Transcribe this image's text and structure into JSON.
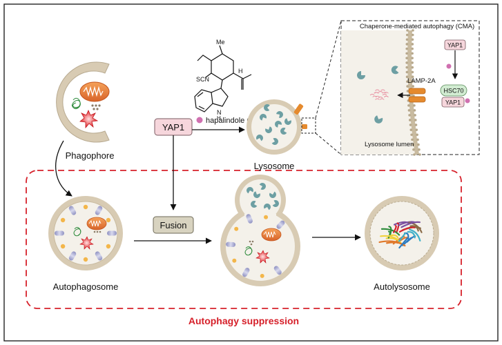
{
  "labels": {
    "phagophore": "Phagophore",
    "lysosome": "Lysosome",
    "autophagosome": "Autophagosome",
    "autolysosome": "Autolysosome",
    "yap1": "YAP1",
    "fusion": "Fusion",
    "hapalindole": "hapalindole Q",
    "suppression": "Autophagy suppression",
    "cma_title": "Chaperone-mediated autophagy (CMA)",
    "lamp2a": "LAMP-2A",
    "lysosome_lumen": "Lysosome lumen",
    "inset_yap1_top": "YAP1",
    "inset_hsc70": "HSC70",
    "inset_yap1_bottom": "YAP1"
  },
  "molecule": {
    "me": "Me",
    "scn": "SCN",
    "h": "H",
    "nh": "H",
    "n": "N"
  },
  "colors": {
    "suppression_red": "#d6202a",
    "yap1_pink": "#f6d6dc",
    "fusion_box": "#d8d3c0",
    "hsc70_green": "#d2ecd2",
    "membrane_tan": "#d8cbb3",
    "lumen": "#f4f1ea",
    "vesicle_teal": "#6d9fa3",
    "lamp_orange": "#e58a2e",
    "magenta_dot": "#d070b0"
  }
}
